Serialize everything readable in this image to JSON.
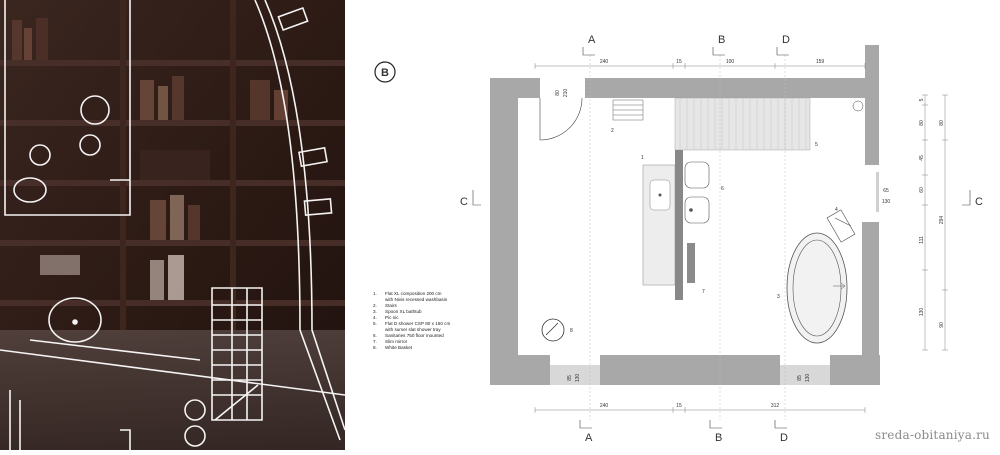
{
  "plan": {
    "badge": "B",
    "section_letters": {
      "a": "A",
      "b": "B",
      "d": "D",
      "c": "C"
    },
    "dims_top": [
      "240",
      "15",
      "100",
      "159"
    ],
    "dims_bottom": [
      "240",
      "15",
      "312"
    ],
    "dims_right_inner": [
      "5",
      "80",
      "45",
      "60",
      "111",
      "130"
    ],
    "dims_right_outer": [
      "80",
      "294",
      "90"
    ],
    "dims_door": [
      "80",
      "210"
    ],
    "dims_window_right": [
      "65",
      "130"
    ],
    "dims_bottom_windows": [
      "85",
      "130",
      "85",
      "130"
    ],
    "callouts": [
      "1",
      "2",
      "3",
      "4",
      "5",
      "6",
      "7",
      "8"
    ],
    "legend": [
      {
        "num": "1.",
        "text": "Flat XL composition 200 cm"
      },
      {
        "num": "",
        "text": "with Nivis recessed washbasin"
      },
      {
        "num": "2.",
        "text": "Stairs"
      },
      {
        "num": "3.",
        "text": "Spoon XL bathtub"
      },
      {
        "num": "4.",
        "text": "Pic nic"
      },
      {
        "num": "5.",
        "text": "Flat D shower CSP 80 x 160 cm"
      },
      {
        "num": "",
        "text": "with sumer slat shower tray"
      },
      {
        "num": "6.",
        "text": "Sanitaries 750 floor mounted"
      },
      {
        "num": "7.",
        "text": "Slim mirror"
      },
      {
        "num": "8.",
        "text": "White Basket"
      }
    ]
  },
  "watermark": "sreda-obitaniya.ru"
}
